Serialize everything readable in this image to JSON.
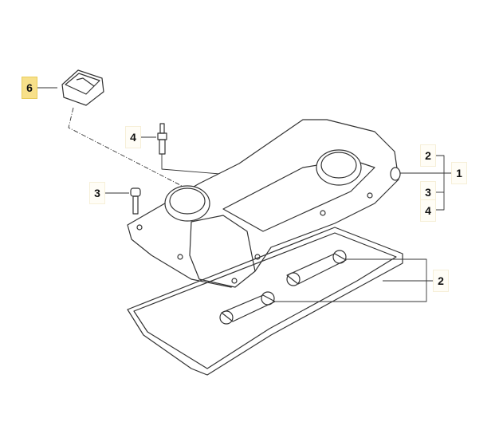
{
  "callouts": [
    {
      "id": "6",
      "label": "6",
      "highlighted": true
    },
    {
      "id": "4a",
      "label": "4"
    },
    {
      "id": "3a",
      "label": "3"
    },
    {
      "id": "2a",
      "label": "2"
    },
    {
      "id": "1",
      "label": "1"
    },
    {
      "id": "3b",
      "label": "3"
    },
    {
      "id": "4b",
      "label": "4"
    },
    {
      "id": "2b",
      "label": "2"
    }
  ],
  "colors": {
    "highlight": "#f7e08a",
    "line": "#333333"
  }
}
